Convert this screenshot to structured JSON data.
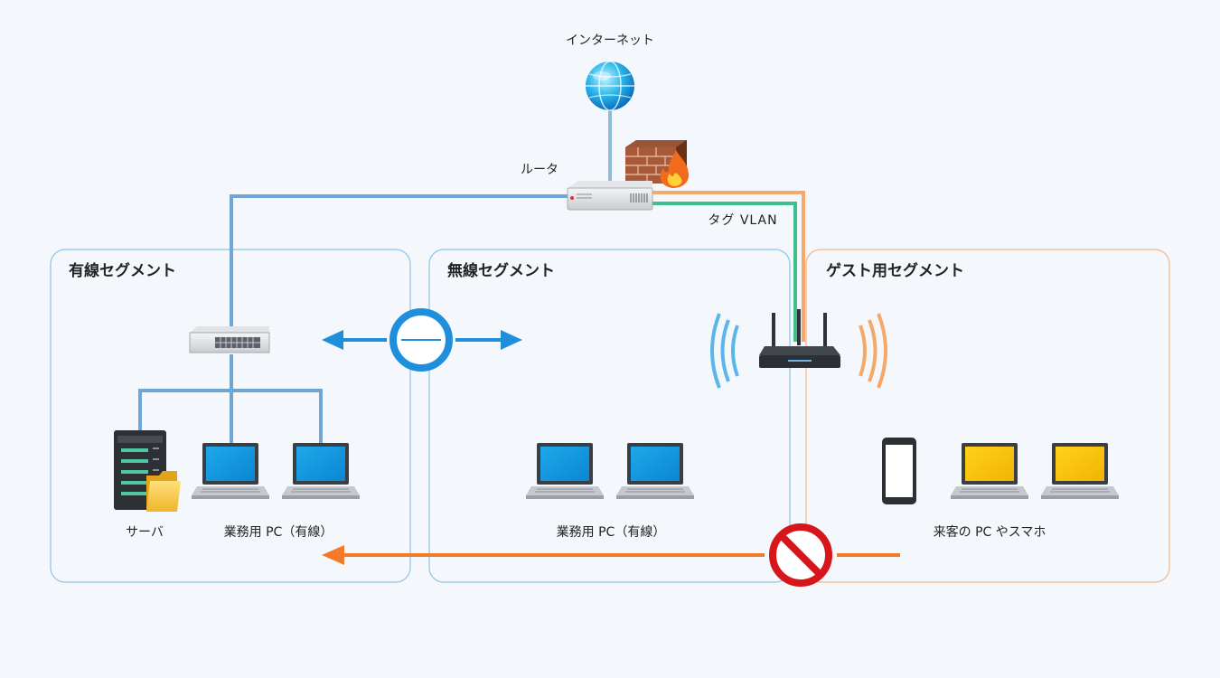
{
  "labels": {
    "internet": "インターネット",
    "router": "ルータ",
    "tag_vlan": "タグ VLAN",
    "server": "サーバ",
    "wired_pc": "業務用 PC（有線）",
    "wireless_pc": "業務用 PC（有線）",
    "guest_devices": "来客の PC やスマホ"
  },
  "segments": {
    "wired": "有線セグメント",
    "wireless": "無線セグメント",
    "guest": "ゲスト用セグメント"
  },
  "colors": {
    "background": "#f4f8fc",
    "wired_line": "#6fa6d6",
    "arrow_blue": "#1f8fdb",
    "guest_line": "#f5a86a",
    "tag_vlan_green": "#3fbf8e",
    "arrow_orange": "#f47a2a",
    "prohibit_red": "#d7161c",
    "segment_border_blue": "#8cc4e6",
    "segment_border_orange": "#f2b48a"
  },
  "icons": {
    "internet": "globe-icon",
    "firewall": "firewall-icon",
    "router": "router-icon",
    "switch": "switch-icon",
    "wireless_ap": "wireless-ap-icon",
    "server": "server-icon",
    "folder": "folder-icon",
    "laptop": "laptop-icon",
    "smartphone": "smartphone-icon",
    "connected": "connected-circle-icon",
    "prohibited": "prohibited-icon"
  }
}
